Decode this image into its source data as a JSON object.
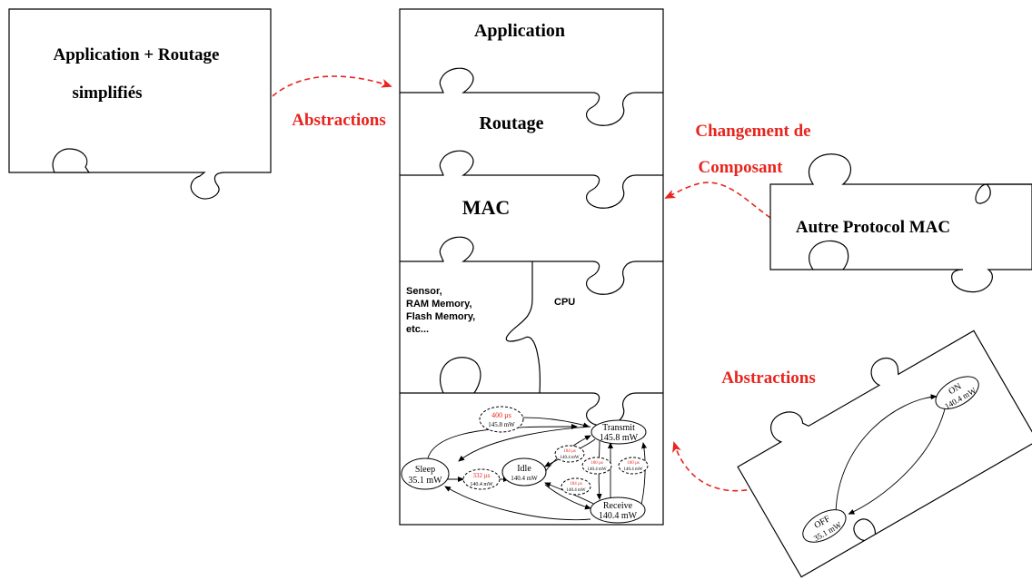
{
  "left_piece": {
    "line1": "Application + Routage",
    "line2": "simplifiés"
  },
  "abstractions_left": "Abstractions",
  "stack": {
    "application": "Application",
    "routage": "Routage",
    "mac": "MAC",
    "hardware": {
      "sensor_lines": [
        "Sensor,",
        "RAM Memory,",
        "Flash Memory,",
        "etc..."
      ],
      "cpu": "CPU"
    },
    "energy_model": {
      "sleep": {
        "name": "Sleep",
        "power": "35.1 mW"
      },
      "idle": {
        "name": "Idle",
        "power": "140.4 mW"
      },
      "transmit": {
        "name": "Transmit",
        "power": "145.8 mW"
      },
      "receive": {
        "name": "Receive",
        "power": "140.4 mW"
      },
      "t400": {
        "time": "400 µs",
        "power": "145.8 mW"
      },
      "t332": {
        "time": "332 µs",
        "power": "140.4 mW"
      },
      "t1": {
        "time": "184 µs",
        "power": "140.4 mW"
      },
      "t2": {
        "time": "100 µs",
        "power": "140.4 mW"
      },
      "t3": {
        "time": "100 µs",
        "power": "140.4 mW"
      },
      "t4": {
        "time": "184 µs",
        "power": "140.4 mW"
      }
    }
  },
  "change_component": {
    "line1": "Changement de",
    "line2": "Composant"
  },
  "other_mac": "Autre Protocol MAC",
  "abstractions_right": "Abstractions",
  "radio_model": {
    "on": {
      "name": "ON",
      "power": "140.4 mW"
    },
    "off": {
      "name": "OFF",
      "power": "35.1 mW"
    }
  },
  "colors": {
    "accent": "#e8241e",
    "line": "#000000",
    "background": "#ffffff"
  }
}
